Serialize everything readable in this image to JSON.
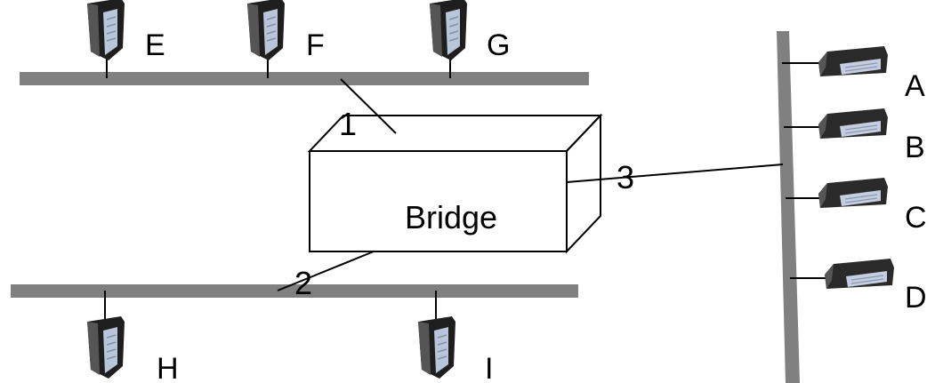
{
  "bridge": {
    "label": "Bridge"
  },
  "ports": [
    "1",
    "2",
    "3"
  ],
  "top_lan": {
    "hosts": [
      "E",
      "F",
      "G"
    ]
  },
  "bottom_lan": {
    "hosts": [
      "H",
      "I"
    ]
  },
  "right_lan": {
    "hosts": [
      "A",
      "B",
      "C",
      "D"
    ]
  },
  "colors": {
    "bus": "#808080",
    "line": "#000000",
    "computer_dark": "#2b2b2b",
    "computer_screen": "#b8c4d6"
  }
}
